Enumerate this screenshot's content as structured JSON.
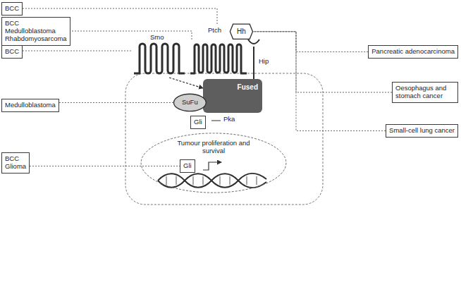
{
  "diagram": {
    "nodes": [
      {
        "text": [
          "BCC"
        ]
      },
      {
        "text": [
          "BCC Medulloblastoma Rhabdomyosarcoma"
        ]
      },
      {
        "text": [
          "Hh"
        ]
      },
      {
        "text": [
          "BCC"
        ]
      },
      {
        "text": [
          "Pancreatic adenocarcinoma"
        ]
      },
      {
        "text": [
          "Oesophagus and stomach cancer"
        ]
      },
      {
        "text": [
          "Fused"
        ]
      },
      {
        "text": [
          "SuFu"
        ]
      },
      {
        "text": [
          "Medulloblastoma"
        ]
      },
      {
        "text": [
          "Gli"
        ]
      },
      {
        "text": [
          "Small-cell lung cancer"
        ]
      },
      {
        "text": [
          "Tumour proliferation and survival"
        ]
      },
      {
        "text": [
          "Gli"
        ],
        "in": 11
      },
      {
        "text": [
          "BCC Glioma"
        ]
      }
    ],
    "edges": [
      {
        "from": 8,
        "to": 7,
        "arrow": "none"
      },
      {
        "from": 13,
        "to": 12,
        "arrow": "none"
      },
      {
        "from": 4,
        "to": 2,
        "arrow": "none"
      },
      {
        "from": 5,
        "to": 2,
        "arrow": "none"
      },
      {
        "from": 10,
        "to": 2,
        "arrow": "none"
      }
    ],
    "labels": [
      "Ptch",
      "Smo",
      "Hip",
      "Pka"
    ]
  }
}
